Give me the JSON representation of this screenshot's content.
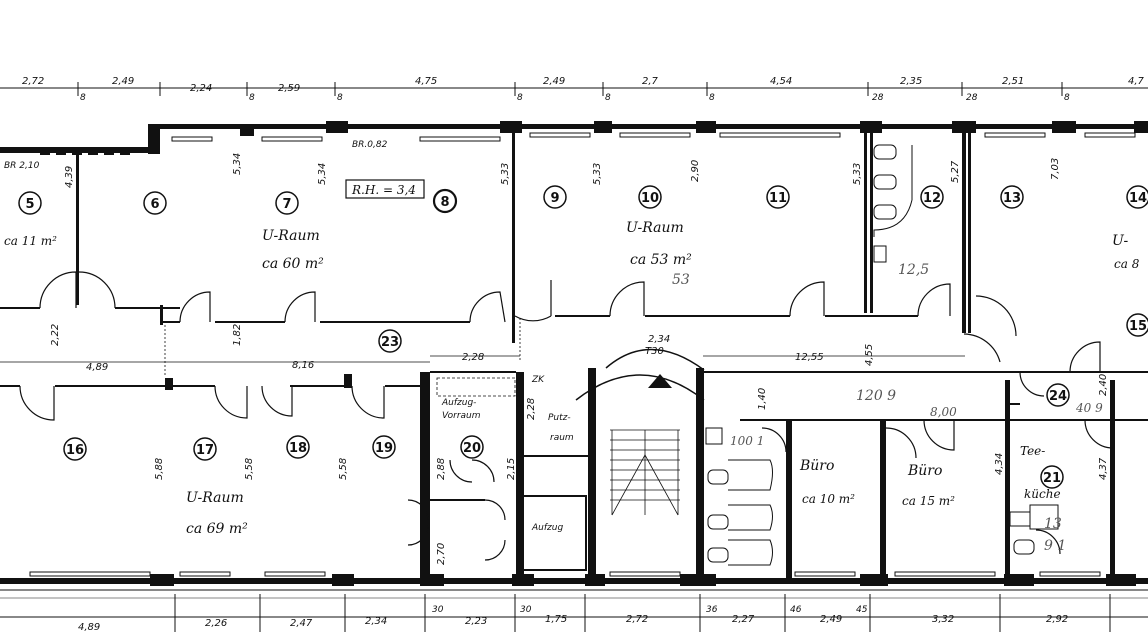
{
  "top_dimensions": [
    "2,72",
    "2,49",
    "2,24",
    "2,59",
    "4,75",
    "2,49",
    "2,7",
    "4,54",
    "2,35",
    "2,51",
    "4,7"
  ],
  "bottom_dimensions": [
    "4,89",
    "2,26",
    "2,47",
    "2,34",
    "2,23",
    "1,75",
    "2,72",
    "2,27",
    "2,49",
    "3,32",
    "2,92"
  ],
  "corridor_dimensions": [
    "2,22",
    "4,89",
    "1,82",
    "8,16",
    "2,28",
    "2,34",
    "12,55",
    "4,55"
  ],
  "room_heights": [
    "4,39",
    "5,34",
    "5,34",
    "5,33",
    "5,33",
    "2,90",
    "5,33",
    "5,27",
    "7,03",
    "5,88",
    "5,58",
    "5,58",
    "2,88",
    "2,15",
    "2,70",
    "2,28",
    "1,40",
    "4,34",
    "4,37",
    "2,40"
  ],
  "wall_marks": [
    "8",
    "8",
    "8",
    "8",
    "8",
    "8",
    "28",
    "28",
    "8",
    "30",
    "30",
    "36",
    "46",
    "45"
  ],
  "rooms": [
    {
      "number": "5"
    },
    {
      "number": "6"
    },
    {
      "number": "7"
    },
    {
      "number": "8"
    },
    {
      "number": "9"
    },
    {
      "number": "10"
    },
    {
      "number": "11"
    },
    {
      "number": "12"
    },
    {
      "number": "13"
    },
    {
      "number": "14"
    },
    {
      "number": "15"
    },
    {
      "number": "16"
    },
    {
      "number": "17"
    },
    {
      "number": "18"
    },
    {
      "number": "19"
    },
    {
      "number": "20"
    },
    {
      "number": "21"
    },
    {
      "number": "23"
    },
    {
      "number": "24"
    }
  ],
  "labels": {
    "br_210": "BR 2,10",
    "br_082": "BR.0,82",
    "room_height": "R.H. = 3,4",
    "area_11": "ca 11 m²",
    "u_raum": "U-Raum",
    "area_60": "ca 60 m²",
    "area_53": "ca 53 m²",
    "note_53": "53",
    "u_partial": "U-",
    "ca_partial": "ca 8",
    "note_125": "12,5",
    "t30": "T30",
    "zk": "ZK",
    "aufzug_vorraum_1": "Aufzug-",
    "aufzug_vorraum_2": "Vorraum",
    "putzraum_1": "Putz-",
    "putzraum_2": "raum",
    "aufzug": "Aufzug",
    "note_1001": "100 1",
    "note_1209": "120 9",
    "note_800": "8,00",
    "note_409": "40 9",
    "buero": "Büro",
    "area_10": "ca 10 m²",
    "area_15": "ca 15 m²",
    "teekueche_1": "Tee-",
    "teekueche_2": "küche",
    "note_13": "13",
    "note_91": "9 1",
    "u_raum_2": "U-Raum",
    "area_69": "ca 69 m²"
  }
}
